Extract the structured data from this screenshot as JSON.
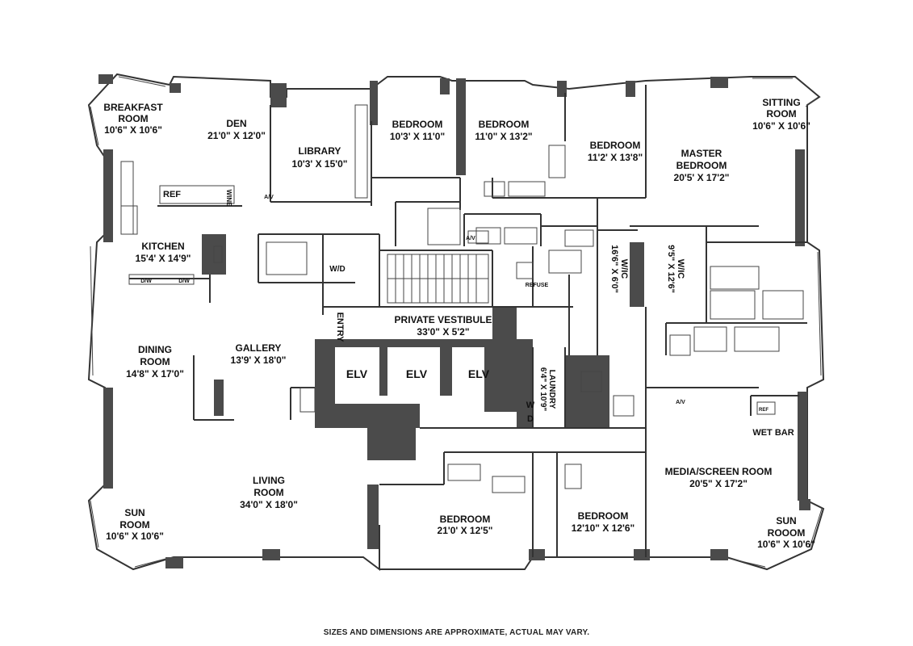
{
  "footnote": "SIZES AND DIMENSIONS ARE APPROXIMATE, ACTUAL MAY VARY.",
  "rooms": {
    "breakfast": {
      "name1": "BREAKFAST",
      "name2": "ROOM",
      "dim": "10'6\" X 10'6\""
    },
    "den": {
      "name": "DEN",
      "dim": "21'0\" X 12'0\""
    },
    "library": {
      "name": "LIBRARY",
      "dim": "10'3' X 15'0\""
    },
    "bedroom1": {
      "name": "BEDROOM",
      "dim": "10'3' X 11'0\""
    },
    "bedroom2": {
      "name": "BEDROOM",
      "dim": "11'0\" X 13'2\""
    },
    "bedroom3": {
      "name": "BEDROOM",
      "dim": "11'2' X 13'8\""
    },
    "master": {
      "name1": "MASTER",
      "name2": "BEDROOM",
      "dim": "20'5' X 17'2\""
    },
    "sitting": {
      "name1": "SITTING",
      "name2": "ROOM",
      "dim": "10'6\" X 10'6\""
    },
    "kitchen": {
      "name": "KITCHEN",
      "dim": "15'4' X 14'9\""
    },
    "dining": {
      "name1": "DINING",
      "name2": "ROOM",
      "dim": "14'8\" X 17'0\""
    },
    "gallery": {
      "name": "GALLERY",
      "dim": "13'9' X 18'0\""
    },
    "vestibule": {
      "name": "PRIVATE VESTIBULE",
      "dim": "33'0\" X 5'2\""
    },
    "living": {
      "name1": "LIVING",
      "name2": "ROOM",
      "dim": "34'0\" X 18'0\""
    },
    "sun_left": {
      "name1": "SUN",
      "name2": "ROOM",
      "dim": "10'6\" X 10'6\""
    },
    "bedroom4": {
      "name": "BEDROOM",
      "dim": "21'0' X 12'5\""
    },
    "bedroom5": {
      "name": "BEDROOM",
      "dim": "12'10\" X 12'6\""
    },
    "media": {
      "name": "MEDIA/SCREEN ROOM",
      "dim": "20'5\" X 17'2\""
    },
    "sun_right": {
      "name1": "SUN",
      "name2": "ROOOM",
      "dim": "10'6\" X 10'6\""
    },
    "laundry": {
      "name": "LAUNDRY",
      "dim": "6'4\" X 10'9\""
    },
    "wic1": {
      "name": "W/IC",
      "dim": "16'6\" X 6'0\""
    },
    "wic2": {
      "name": "W/IC",
      "dim": "9'5\" X 12'6\""
    }
  },
  "small_labels": {
    "entry": "ENTRY",
    "elv": "ELV",
    "ref": "REF",
    "wine": "WINE",
    "wd": "W/D",
    "w": "W",
    "d": "D",
    "av": "A/V",
    "dw": "D/W",
    "refuse": "REFUSE",
    "wetbar": "WET BAR",
    "ref_small": "REF"
  }
}
